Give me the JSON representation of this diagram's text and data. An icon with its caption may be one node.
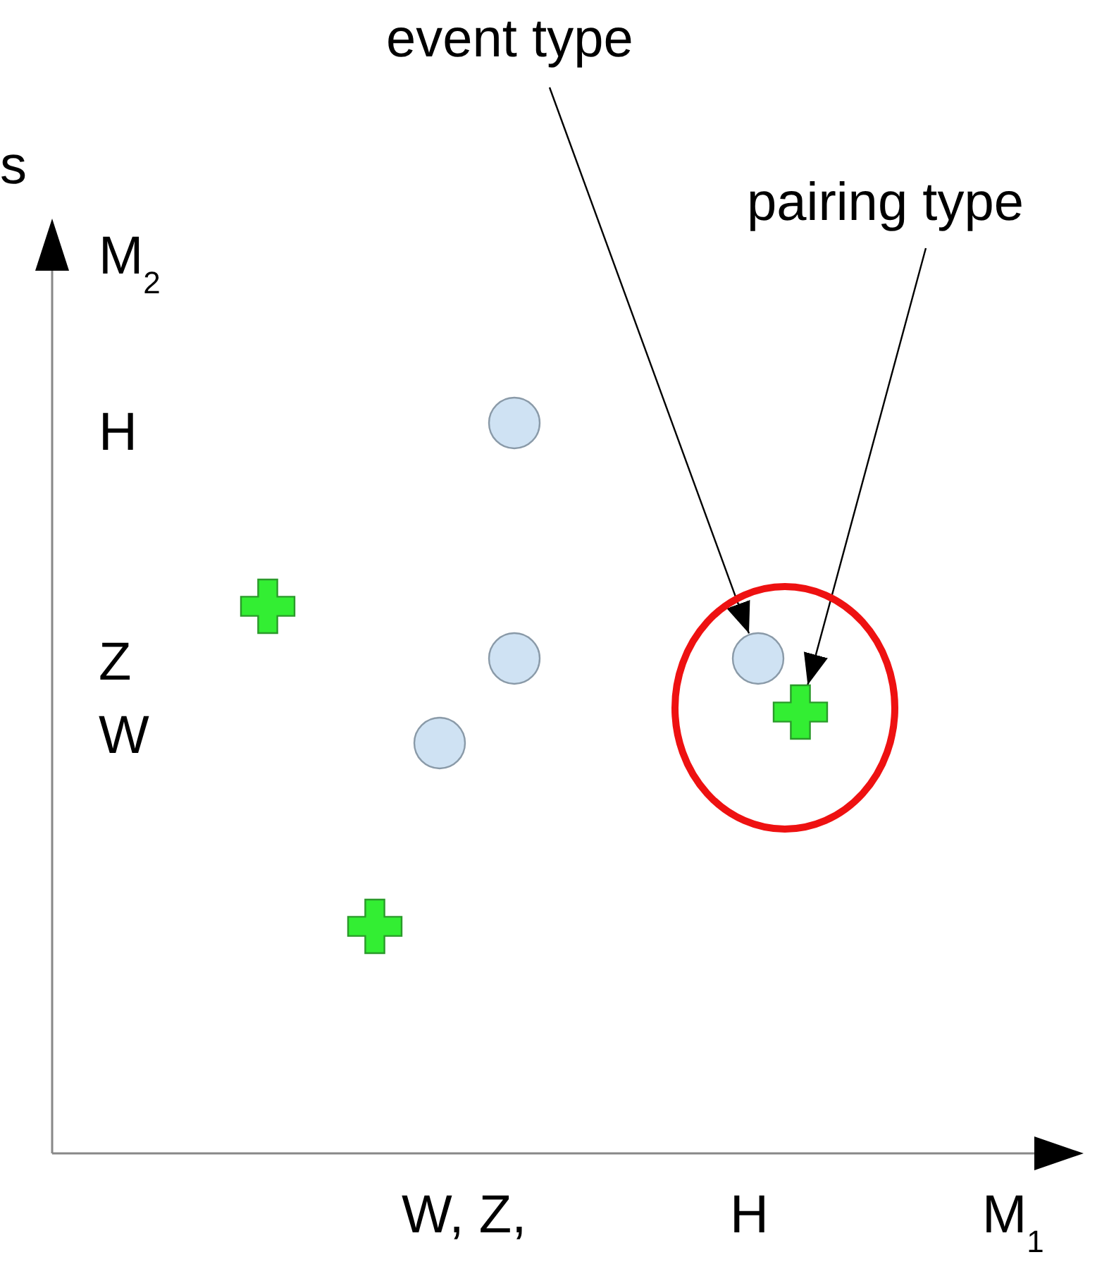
{
  "diagram": {
    "nodes": [
      {
        "text": [
          "event type"
        ]
      },
      {
        "text": [
          "pairing type"
        ]
      },
      {
        "text": [],
        "shape": "circle"
      },
      {
        "text": [],
        "shape": "cross"
      },
      {
        "text": [],
        "shape": "circle"
      },
      {
        "text": [],
        "shape": "ellipse"
      },
      {
        "text": [],
        "shape": "circle",
        "in": 5
      },
      {
        "text": [],
        "shape": "cross",
        "in": 5
      },
      {
        "text": [],
        "shape": "circle"
      },
      {
        "text": [],
        "shape": "cross"
      }
    ],
    "edges": [
      {
        "from": 0,
        "to": 6,
        "arrow": "to"
      },
      {
        "from": 1,
        "to": 7,
        "arrow": "to"
      }
    ],
    "labels": [
      "s",
      "M$_{2}$",
      "H",
      "Z",
      "W",
      "W, Z,",
      "H",
      "M$_{1}$"
    ]
  }
}
